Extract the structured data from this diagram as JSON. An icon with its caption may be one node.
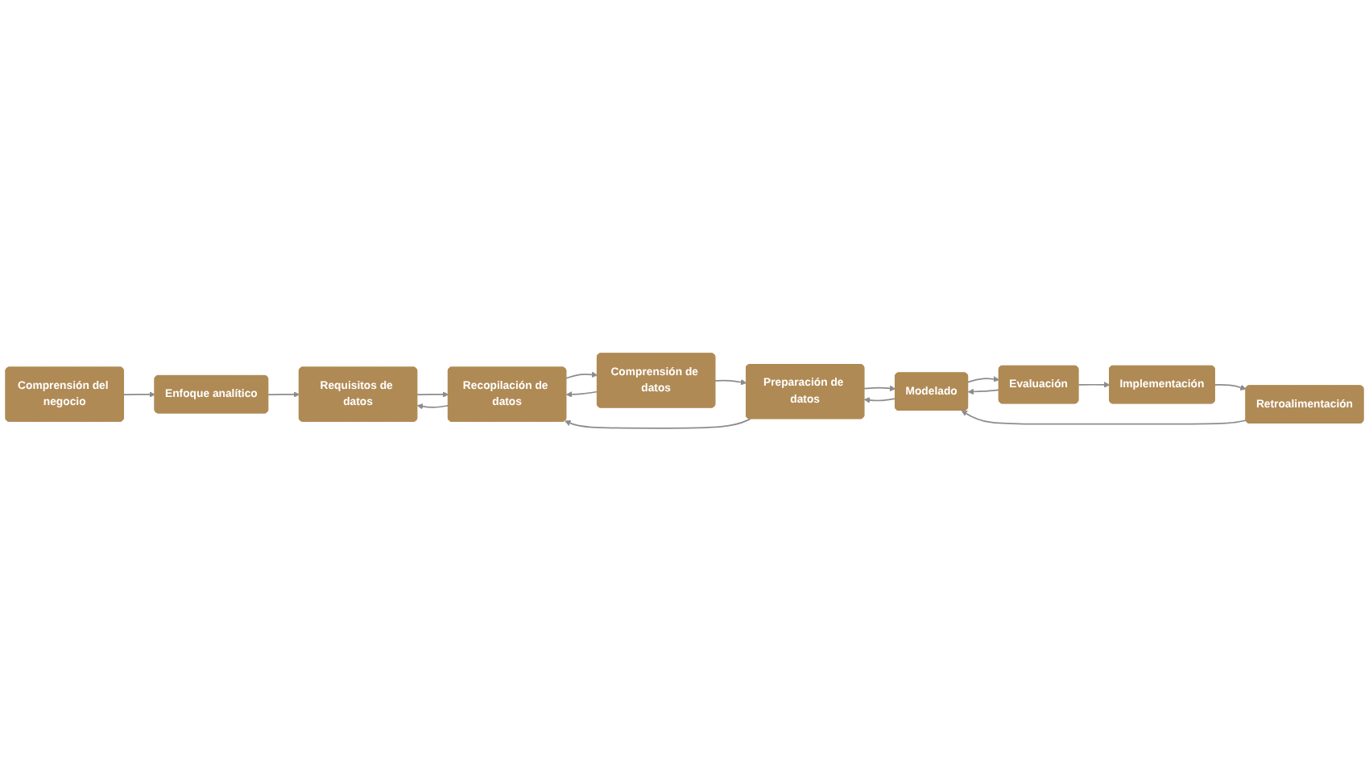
{
  "diagram": {
    "nodes": [
      {
        "text": [
          "Comprensión del negocio"
        ]
      },
      {
        "text": [
          "Enfoque analítico"
        ]
      },
      {
        "text": [
          "Requisitos de datos"
        ]
      },
      {
        "text": [
          "Recopilación de datos"
        ]
      },
      {
        "text": [
          "Comprensión de datos"
        ]
      },
      {
        "text": [
          "Preparación de datos"
        ]
      },
      {
        "text": [
          "Modelado"
        ]
      },
      {
        "text": [
          "Evaluación"
        ]
      },
      {
        "text": [
          "Implementación"
        ]
      },
      {
        "text": [
          "Retroalimentación"
        ]
      }
    ],
    "edges": [
      {
        "from": 0,
        "to": 1,
        "arrow": "to"
      },
      {
        "from": 1,
        "to": 2,
        "arrow": "to"
      },
      {
        "from": 2,
        "to": 3,
        "arrow": "to"
      },
      {
        "from": 3,
        "to": 2,
        "arrow": "to"
      },
      {
        "from": 3,
        "to": 4,
        "arrow": "to"
      },
      {
        "from": 4,
        "to": 3,
        "arrow": "to"
      },
      {
        "from": 4,
        "to": 5,
        "arrow": "to"
      },
      {
        "from": 5,
        "to": 3,
        "arrow": "to"
      },
      {
        "from": 5,
        "to": 6,
        "arrow": "to"
      },
      {
        "from": 6,
        "to": 5,
        "arrow": "to"
      },
      {
        "from": 6,
        "to": 7,
        "arrow": "to"
      },
      {
        "from": 7,
        "to": 6,
        "arrow": "to"
      },
      {
        "from": 7,
        "to": 8,
        "arrow": "to"
      },
      {
        "from": 8,
        "to": 9,
        "arrow": "to"
      },
      {
        "from": 9,
        "to": 6,
        "arrow": "to"
      }
    ]
  }
}
